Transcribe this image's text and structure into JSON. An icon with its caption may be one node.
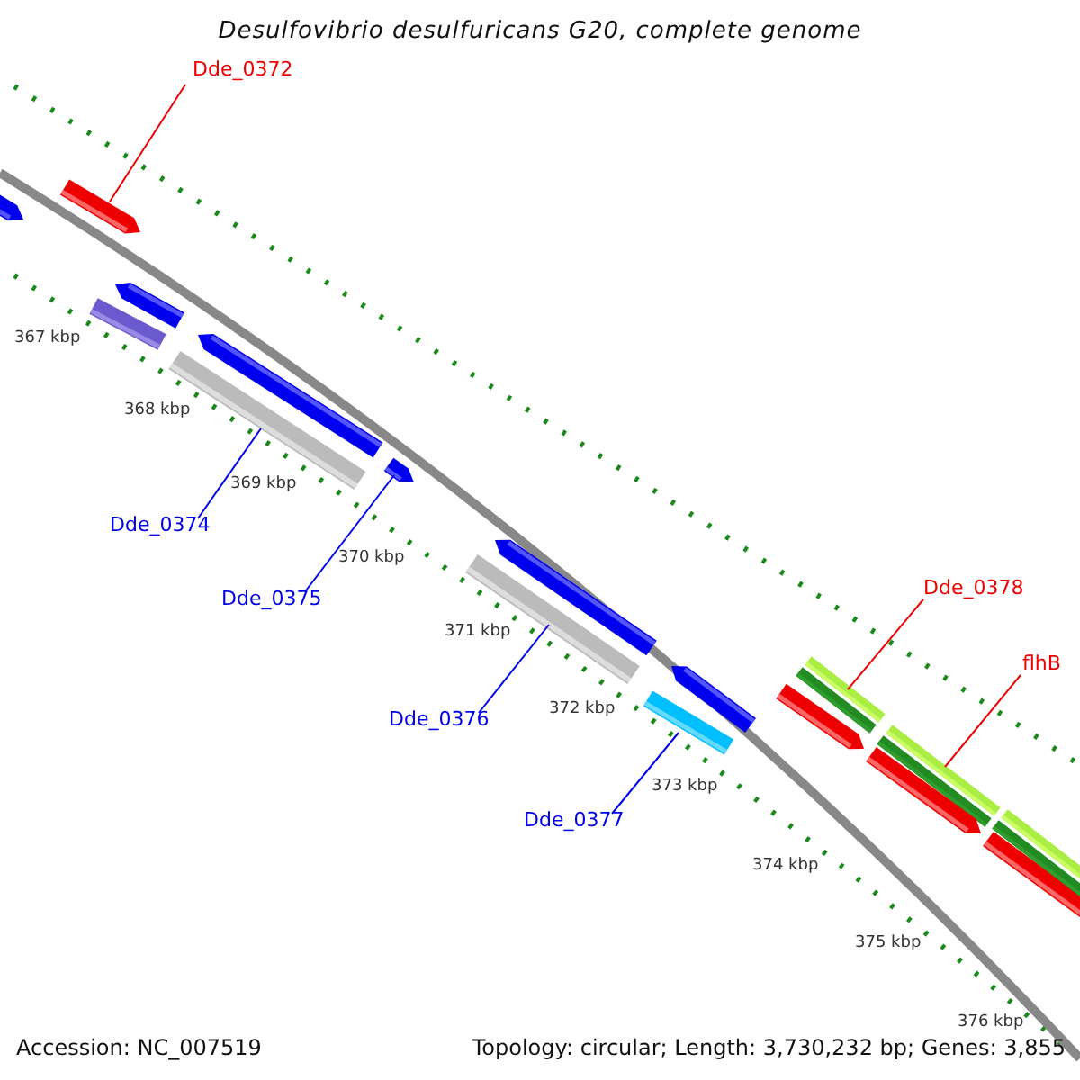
{
  "diagram": {
    "title": "Desulfovibrio desulfuricans G20, complete genome",
    "nodes": [
      {
        "text": [
          "Dde_0372"
        ]
      },
      {
        "text": [],
        "shape": "bar"
      },
      {
        "text": [
          "Dde_0374"
        ]
      },
      {
        "text": [],
        "shape": "bar"
      },
      {
        "text": [
          "Dde_0375"
        ]
      },
      {
        "text": [],
        "shape": "bar"
      },
      {
        "text": [
          "Dde_0376"
        ]
      },
      {
        "text": [],
        "shape": "bar"
      },
      {
        "text": [
          "Dde_0377"
        ]
      },
      {
        "text": [],
        "shape": "bar"
      },
      {
        "text": [
          "Dde_0378"
        ]
      },
      {
        "text": [],
        "shape": "bar"
      },
      {
        "text": [
          "flhB"
        ]
      },
      {
        "text": [],
        "shape": "bar"
      },
      {
        "text": [],
        "shape": "bar"
      },
      {
        "text": [],
        "shape": "bar"
      },
      {
        "text": [],
        "shape": "bar"
      },
      {
        "text": [],
        "shape": "bar"
      },
      {
        "text": [],
        "shape": "bar"
      },
      {
        "text": [],
        "shape": "bar"
      },
      {
        "text": [],
        "shape": "bar"
      },
      {
        "text": [],
        "shape": "bar"
      },
      {
        "text": [],
        "shape": "bar"
      },
      {
        "text": [],
        "shape": "bar"
      }
    ],
    "edges": [
      {
        "from": 0,
        "to": 1,
        "arrow": "none",
        "color": "#ee0000"
      },
      {
        "from": 2,
        "to": 3,
        "arrow": "none"
      },
      {
        "from": 4,
        "to": 5,
        "arrow": "none"
      },
      {
        "from": 6,
        "to": 7,
        "arrow": "none"
      },
      {
        "from": 8,
        "to": 9,
        "arrow": "none"
      },
      {
        "from": 10,
        "to": 11,
        "arrow": "none",
        "color": "#ee0000"
      },
      {
        "from": 12,
        "to": 13,
        "arrow": "none",
        "color": "#ee0000"
      }
    ],
    "labels": [
      "367 kbp",
      "368 kbp",
      "369 kbp",
      "370 kbp",
      "371 kbp",
      "372 kbp",
      "373 kbp",
      "374 kbp",
      "375 kbp",
      "376 kbp",
      "Accession: NC_007519",
      "Topology: circular; Length: 3,730,232 bp; Genes: 3,855"
    ]
  }
}
